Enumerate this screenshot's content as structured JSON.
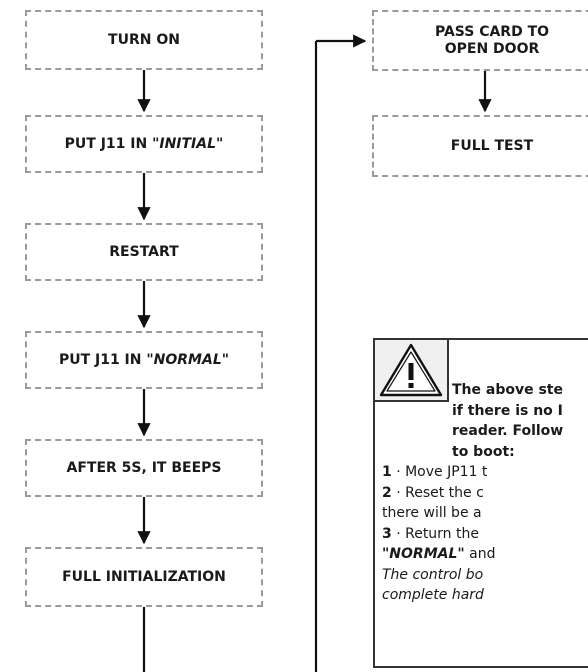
{
  "left_steps": {
    "s1": "TURN ON",
    "s2_pre": "PUT J11 IN ",
    "s2_em": "\"INITIAL\"",
    "s3": "RESTART",
    "s4_pre": "PUT J11 IN ",
    "s4_em": "\"NORMAL\"",
    "s5": "AFTER 5S, IT BEEPS",
    "s6": "FULL INITIALIZATION"
  },
  "right_steps": {
    "r1": "PASS CARD TO\nOPEN DOOR",
    "r2": "FULL TEST"
  },
  "note": {
    "icon": "warning-triangle-icon",
    "title": "The above ste\nif there is no I\nreader. Follow\nto boot:",
    "n1_num": "1",
    "n1_text": " · Move JP11 t",
    "n2_num": "2",
    "n2_text": " · Reset the c",
    "n2_cont": "there will be a",
    "n3_num": "3",
    "n3_text": " · Return the",
    "n3_bold": "\"NORMAL\"",
    "n3_tail": " and",
    "italic1": "The control bo",
    "italic2": "complete hard"
  }
}
